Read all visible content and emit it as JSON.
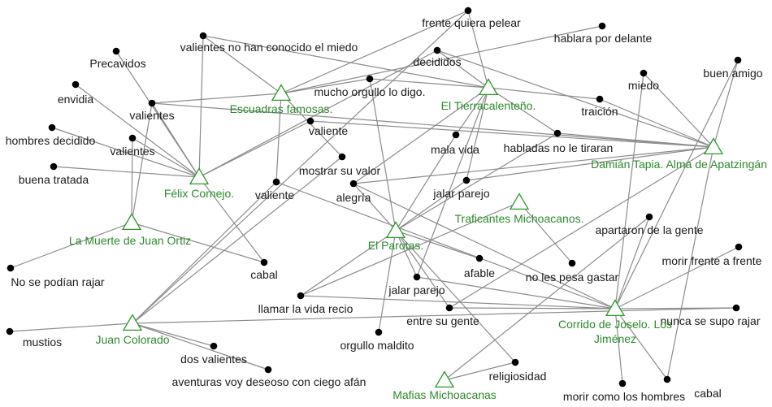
{
  "network": {
    "groups": [
      {
        "id": "felix",
        "label": "Félix Cornejo."
      },
      {
        "id": "escuadras",
        "label": "Escuadras famosas."
      },
      {
        "id": "tierra",
        "label": "El Tierracalenteño."
      },
      {
        "id": "damian",
        "label": "Damián Tapia. Alma de Apatzingán"
      },
      {
        "id": "muerte",
        "label": "La Muerte de Juan Ortiz"
      },
      {
        "id": "parotas",
        "label": "El Parotas."
      },
      {
        "id": "traficantes",
        "label": "Traficantes Michoacanos."
      },
      {
        "id": "juan",
        "label": "Juan Colorado"
      },
      {
        "id": "joselo",
        "label": "Corrido de Joselo. Los Jiménez"
      },
      {
        "id": "mafias",
        "label": "Mafias Michoacanas"
      }
    ],
    "attributes": [
      {
        "id": "a_frente",
        "label": "frente quiera pelear"
      },
      {
        "id": "a_valiente_nohan",
        "label": "valientes no han conocido el miedo"
      },
      {
        "id": "a_hablara",
        "label": "hablara por delante"
      },
      {
        "id": "a_precavidos",
        "label": "Precavidos"
      },
      {
        "id": "a_decididos",
        "label": "decididos"
      },
      {
        "id": "a_buenamigo",
        "label": "buen amigo"
      },
      {
        "id": "a_envidia",
        "label": "envidia"
      },
      {
        "id": "a_orgullo",
        "label": "mucho orgullo lo digo."
      },
      {
        "id": "a_miedo",
        "label": "miedo"
      },
      {
        "id": "a_valientes1",
        "label": "valientes"
      },
      {
        "id": "a_traicion",
        "label": "traición"
      },
      {
        "id": "a_hombres",
        "label": "hombres decidido"
      },
      {
        "id": "a_valiente2",
        "label": "valiente"
      },
      {
        "id": "a_valientes2",
        "label": "valientes"
      },
      {
        "id": "a_malavida",
        "label": "mala vida"
      },
      {
        "id": "a_habladas",
        "label": "habladas no le tiraran"
      },
      {
        "id": "a_buenatratada",
        "label": "buena tratada"
      },
      {
        "id": "a_mostrar",
        "label": "mostrar su valor"
      },
      {
        "id": "a_valiente3",
        "label": "valiente"
      },
      {
        "id": "a_jalar1",
        "label": "jalar parejo"
      },
      {
        "id": "a_alegria",
        "label": "alegría"
      },
      {
        "id": "a_apartaron",
        "label": "apartaron de la gente"
      },
      {
        "id": "a_morirfrente",
        "label": "morir frente a frente"
      },
      {
        "id": "a_cabal1",
        "label": "cabal"
      },
      {
        "id": "a_afable",
        "label": "afable"
      },
      {
        "id": "a_nopesa",
        "label": "no les pesa gastar"
      },
      {
        "id": "a_nosepodian",
        "label": "No se podían rajar"
      },
      {
        "id": "a_jalar2",
        "label": "jalar parejo"
      },
      {
        "id": "a_llamar",
        "label": "llamar la vida recio"
      },
      {
        "id": "a_nuncase",
        "label": "nunca se supo rajar"
      },
      {
        "id": "a_entresu",
        "label": "entre su gente"
      },
      {
        "id": "a_mustios",
        "label": "mustios"
      },
      {
        "id": "a_orgullomaldito",
        "label": "orgullo maldito"
      },
      {
        "id": "a_dosvalientes",
        "label": "dos valientes"
      },
      {
        "id": "a_aventuras",
        "label": "aventuras voy deseoso con ciego afán"
      },
      {
        "id": "a_religiosidad",
        "label": "religiosidad"
      },
      {
        "id": "a_morircomo",
        "label": "morir como los hombres"
      },
      {
        "id": "a_cabal2",
        "label": "cabal"
      }
    ],
    "edges": [
      [
        "felix",
        "a_valiente_nohan"
      ],
      [
        "felix",
        "a_precavidos"
      ],
      [
        "felix",
        "a_envidia"
      ],
      [
        "felix",
        "a_valientes1"
      ],
      [
        "felix",
        "a_hombres"
      ],
      [
        "felix",
        "a_valientes2"
      ],
      [
        "felix",
        "a_buenatratada"
      ],
      [
        "felix",
        "a_valiente2"
      ],
      [
        "felix",
        "a_cabal1"
      ],
      [
        "felix",
        "a_decididos"
      ],
      [
        "escuadras",
        "a_valiente_nohan"
      ],
      [
        "escuadras",
        "a_valientes1"
      ],
      [
        "escuadras",
        "a_valiente3"
      ],
      [
        "escuadras",
        "a_orgullo"
      ],
      [
        "escuadras",
        "a_frente"
      ],
      [
        "escuadras",
        "a_hablara"
      ],
      [
        "escuadras",
        "a_mostrar"
      ],
      [
        "tierra",
        "a_frente"
      ],
      [
        "tierra",
        "a_decididos"
      ],
      [
        "tierra",
        "a_orgullo"
      ],
      [
        "tierra",
        "a_valiente_nohan"
      ],
      [
        "tierra",
        "a_traicion"
      ],
      [
        "tierra",
        "a_malavida"
      ],
      [
        "tierra",
        "a_habladas"
      ],
      [
        "tierra",
        "a_jalar1"
      ],
      [
        "tierra",
        "a_jalar2"
      ],
      [
        "tierra",
        "a_alegria"
      ],
      [
        "damian",
        "a_buenamigo"
      ],
      [
        "damian",
        "a_miedo"
      ],
      [
        "damian",
        "a_traicion"
      ],
      [
        "damian",
        "a_habladas"
      ],
      [
        "damian",
        "a_valientes1"
      ],
      [
        "damian",
        "a_valiente2"
      ],
      [
        "damian",
        "a_jalar1"
      ],
      [
        "damian",
        "a_alegria"
      ],
      [
        "damian",
        "a_cabal2"
      ],
      [
        "damian",
        "a_entresu"
      ],
      [
        "damian",
        "a_decididos"
      ],
      [
        "muerte",
        "a_valientes2"
      ],
      [
        "muerte",
        "a_valientes1"
      ],
      [
        "muerte",
        "a_nosepodian"
      ],
      [
        "muerte",
        "a_cabal1"
      ],
      [
        "parotas",
        "a_orgullo"
      ],
      [
        "parotas",
        "a_malavida"
      ],
      [
        "parotas",
        "a_jalar1"
      ],
      [
        "parotas",
        "a_alegria"
      ],
      [
        "parotas",
        "a_afable"
      ],
      [
        "parotas",
        "a_llamar"
      ],
      [
        "parotas",
        "a_entresu"
      ],
      [
        "parotas",
        "a_orgullomaldito"
      ],
      [
        "parotas",
        "a_jalar2"
      ],
      [
        "parotas",
        "a_religiosidad"
      ],
      [
        "parotas",
        "a_habladas"
      ],
      [
        "traficantes",
        "a_nopesa"
      ],
      [
        "traficantes",
        "a_llamar"
      ],
      [
        "juan",
        "a_mustios"
      ],
      [
        "juan",
        "a_dosvalientes"
      ],
      [
        "juan",
        "a_aventuras"
      ],
      [
        "juan",
        "a_mostrar"
      ],
      [
        "juan",
        "a_valiente3"
      ],
      [
        "juan",
        "a_nuncase"
      ],
      [
        "juan",
        "a_frente"
      ],
      [
        "joselo",
        "a_buenamigo"
      ],
      [
        "joselo",
        "a_apartaron"
      ],
      [
        "joselo",
        "a_morirfrente"
      ],
      [
        "joselo",
        "a_nuncase"
      ],
      [
        "joselo",
        "a_morircomo"
      ],
      [
        "joselo",
        "a_cabal2"
      ],
      [
        "joselo",
        "a_llamar"
      ],
      [
        "joselo",
        "a_entresu"
      ],
      [
        "joselo",
        "a_alegria"
      ],
      [
        "joselo",
        "a_jalar2"
      ],
      [
        "joselo",
        "a_valiente3"
      ],
      [
        "joselo",
        "a_miedo"
      ],
      [
        "mafias",
        "a_religiosidad"
      ],
      [
        "mafias",
        "a_apartaron"
      ]
    ]
  }
}
